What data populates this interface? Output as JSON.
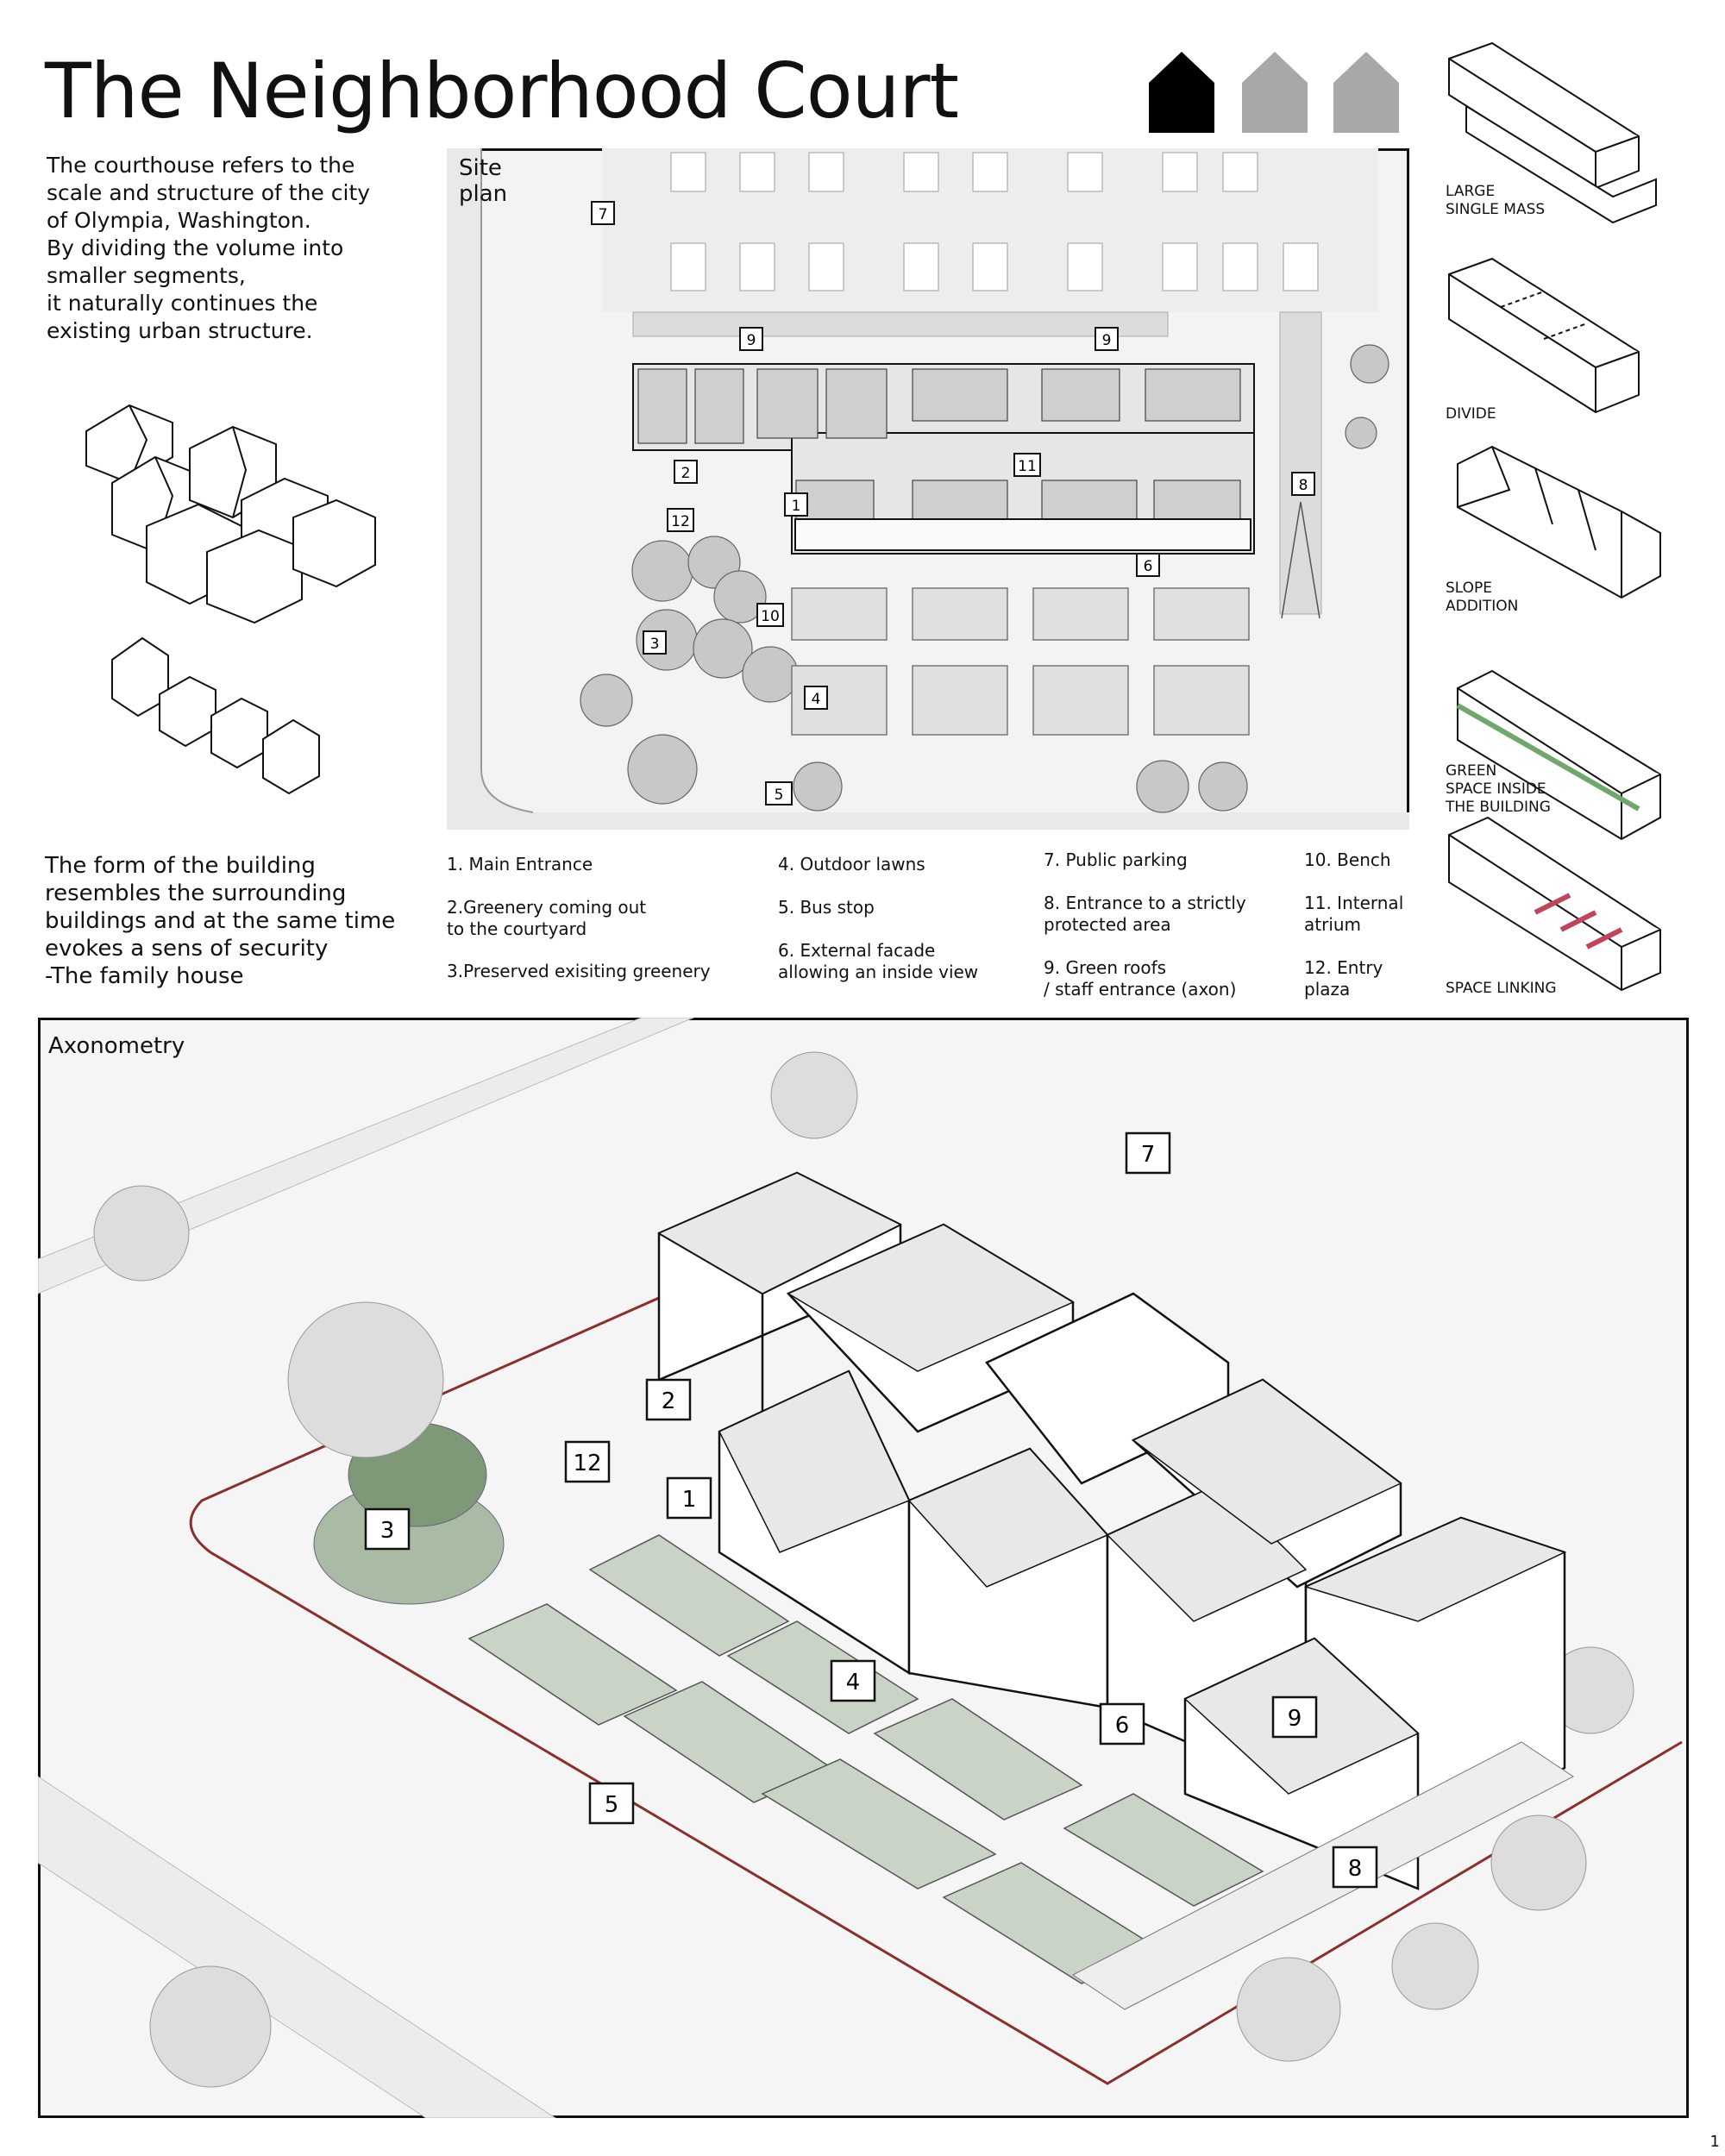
{
  "title": "The Neighborhood Court",
  "intro_text": "The courthouse refers to the\nscale and structure of the city\nof Olympia, Washington.\nBy dividing the volume into\nsmaller segments,\n it naturally continues the\nexisting urban structure.",
  "form_text": "The form of the building\nresembles the surrounding\nbuildings and at the same time\nevokes a sens of security\n-The family house",
  "site_plan": {
    "label": "Site\nplan",
    "markers": [
      "1",
      "2",
      "3",
      "4",
      "5",
      "6",
      "7",
      "8",
      "9",
      "9",
      "10",
      "11",
      "12"
    ]
  },
  "axonometry": {
    "label": "Axonometry",
    "markers": [
      "1",
      "2",
      "3",
      "4",
      "5",
      "6",
      "7",
      "8",
      "9",
      "12"
    ]
  },
  "legend": [
    {
      "text": "1. Main Entrance"
    },
    {
      "text": "2.Greenery coming out\nto the courtyard"
    },
    {
      "text": "3.Preserved exisiting greenery"
    },
    {
      "text": "4. Outdoor lawns"
    },
    {
      "text": "5. Bus stop"
    },
    {
      "text": "6. External facade\nallowing an inside view"
    },
    {
      "text": "7. Public parking"
    },
    {
      "text": "8. Entrance to a strictly\nprotected area"
    },
    {
      "text": "9. Green roofs\n/ staff entrance (axon)"
    },
    {
      "text": "10. Bench"
    },
    {
      "text": "11. Internal\natrium"
    },
    {
      "text": "12. Entry\nplaza"
    }
  ],
  "process_steps": [
    {
      "label": "LARGE\nSINGLE MASS"
    },
    {
      "label": "DIVIDE"
    },
    {
      "label": "SLOPE\nADDITION"
    },
    {
      "label": "GREEN\nSPACE INSIDE\nTHE BUILDING"
    },
    {
      "label": "SPACE LINKING"
    }
  ],
  "page_number": "1",
  "colors": {
    "house_dark": "#000000",
    "house_grey": "#a8a8a8",
    "site_boundary": "#8b2e2e",
    "green": "#9fb39a",
    "link_red": "#c0455a",
    "ground": "#f2f2f2"
  }
}
